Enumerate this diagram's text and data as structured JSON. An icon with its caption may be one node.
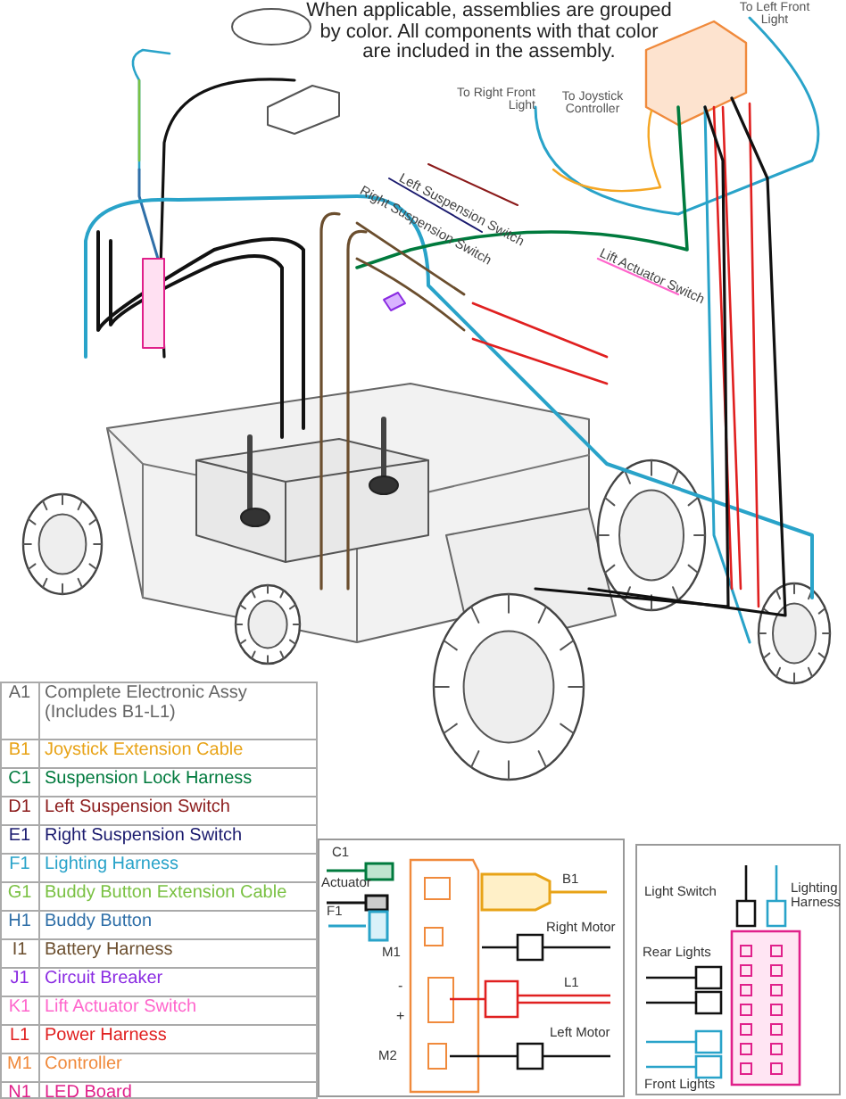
{
  "diagram": {
    "labels": [
      "When applicable, assemblies are grouped by color. All components with that color are included in the assembly.",
      "To Left Front Light",
      "To Right Front Light",
      "To Joystick Controller",
      "Left Suspension Switch",
      "Right Suspension Switch",
      "Lift Actuator Switch",
      "A1",
      "Complete Electronic Assy (Includes B1-L1)",
      "B1",
      "Joystick Extension Cable",
      "C1",
      "Suspension Lock Harness",
      "D1",
      "Left Suspension Switch",
      "E1",
      "Right Suspension Switch",
      "F1",
      "Lighting Harness",
      "G1",
      "Buddy Button Extension Cable",
      "H1",
      "Buddy Button",
      "I1",
      "Battery Harness",
      "J1",
      "Circuit Breaker",
      "K1",
      "Lift Actuator Switch",
      "L1",
      "Power Harness",
      "M1",
      "Controller",
      "N1",
      "LED Board",
      "C1",
      "Actuator",
      "F1",
      "B1",
      "M1",
      "Right Motor",
      "-",
      "L1",
      "+",
      "M2",
      "Left Motor",
      "Light Switch",
      "Lighting Harness",
      "Rear Lights",
      "Front Lights"
    ]
  }
}
